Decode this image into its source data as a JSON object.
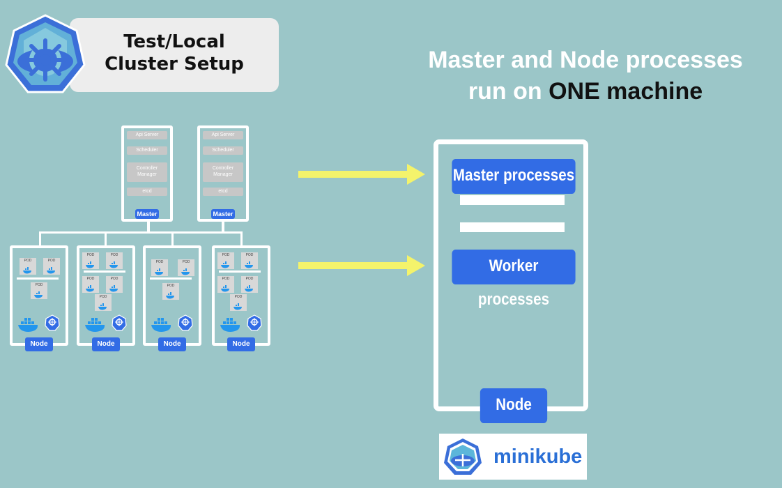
{
  "title_card": {
    "line1": "Test/Local",
    "line2": "Cluster Setup"
  },
  "heading": {
    "line1": "Master and Node processes",
    "line2_prefix": "run on ",
    "line2_emphasis": "ONE machine"
  },
  "minikube_server": {
    "master_label": "Master processes",
    "worker_label": "Worker processes",
    "node_label": "Node"
  },
  "minikube_logo": {
    "text": "minikube"
  },
  "cluster": {
    "master_rows": [
      "Api Server",
      "Scheduler",
      "Controller Manager",
      "etcd"
    ],
    "master_label": "Master",
    "node_label": "Node",
    "pod_label": "POD",
    "kubelet_label": "kubelet"
  },
  "colors": {
    "background": "#9bc6c8",
    "accent_blue": "#326ce5",
    "arrow_yellow": "#f4f36b",
    "white": "#ffffff"
  },
  "icons": [
    "kubernetes-logo-icon",
    "arrow-right-icon",
    "docker-icon",
    "kubelet-icon",
    "minikube-logo-icon"
  ]
}
